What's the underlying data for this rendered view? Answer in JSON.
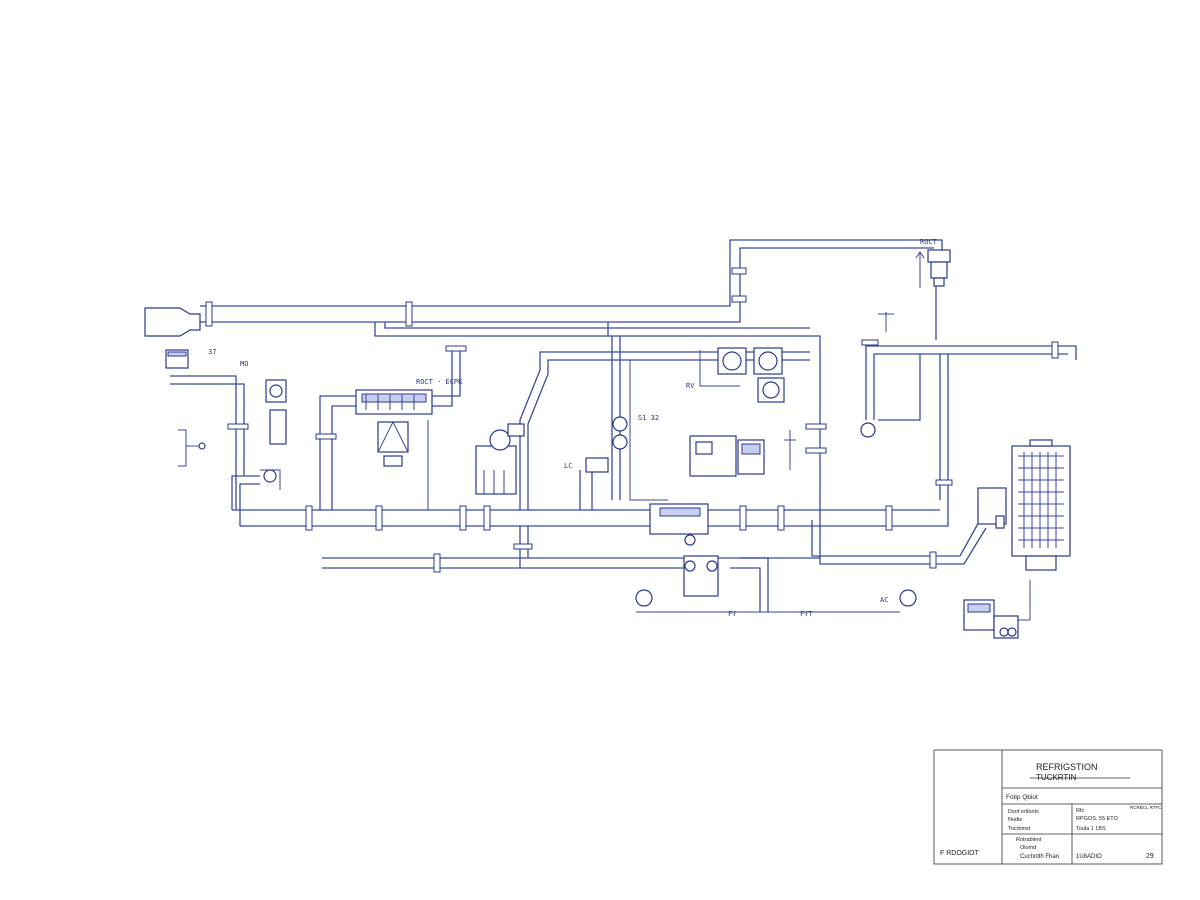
{
  "tags": {
    "t1": "37",
    "t2": "MO",
    "t3": "ROCT · ECPK",
    "t4": "RV",
    "t5": "S1 32",
    "t6": "ROCT",
    "t7": "FY",
    "t8": "FYT",
    "t9": "LC",
    "t10": "AC"
  },
  "title_block": {
    "title_line1": "REFRIGSTION",
    "title_line2": "TUCKRTIN",
    "section": "Fotip Qbiot",
    "row1_left": "Dsof ertlonts",
    "row1_right1": "Rfc",
    "row1_right2": "RPGOS. 55 ETO",
    "row2_left": "Nodie",
    "row2_right": "RCRBCL RTFC",
    "row3_left": "Tocrbmst",
    "row3_right": "Toula 1 1BS",
    "row4_left": "Rotrablent",
    "row5_left": "Olomd",
    "row6_left": "Cuchntlh Fhan",
    "row6_mid": "1U8ADIO",
    "sheet": "29",
    "footer_left": "F RDOGIOT"
  }
}
